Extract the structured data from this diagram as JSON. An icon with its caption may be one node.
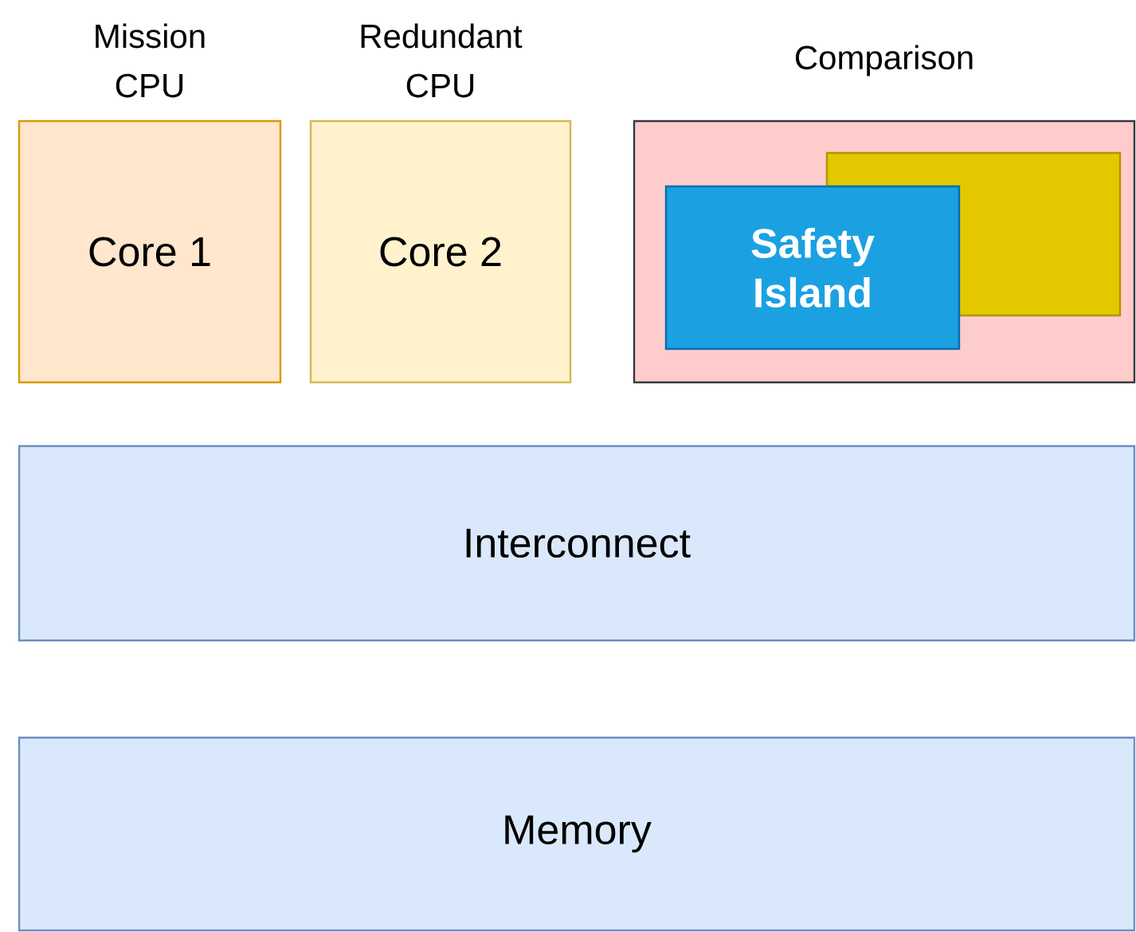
{
  "diagram": {
    "nodes": [
      {
        "text": [
          "Mission CPU",
          "Core 1"
        ]
      },
      {
        "text": [
          "Redundant CPU",
          "Core 2"
        ]
      },
      {
        "text": [
          "Comparison"
        ]
      },
      {
        "text": [],
        "shape": "box",
        "in": 2
      },
      {
        "text": [
          "Safety Island"
        ],
        "in": 2
      },
      {
        "text": [
          "Interconnect"
        ]
      },
      {
        "text": [
          "Memory"
        ]
      }
    ]
  }
}
